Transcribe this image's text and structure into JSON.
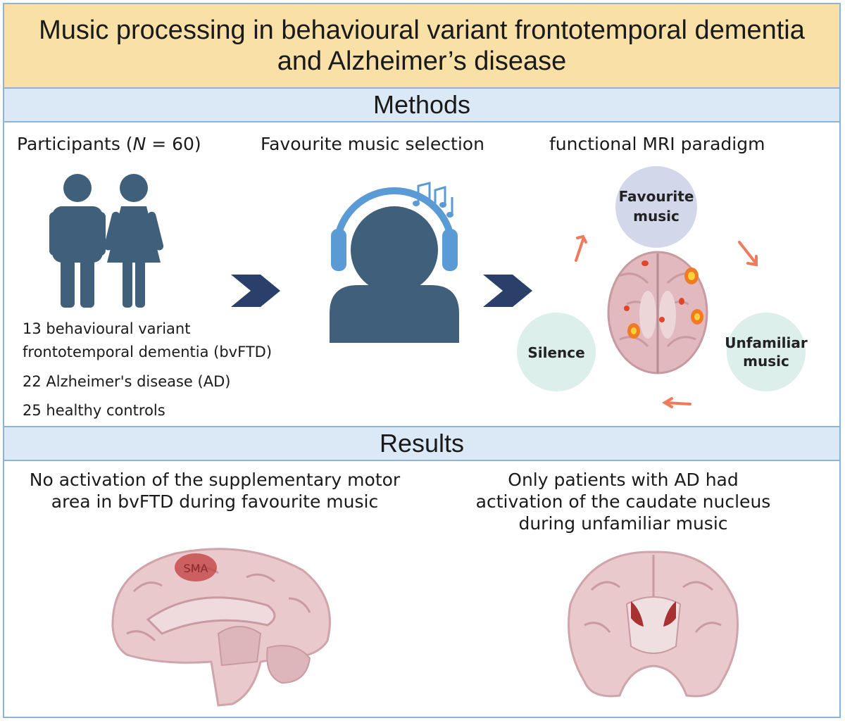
{
  "title": "Music processing in behavioural variant frontotemporal dementia and Alzheimer’s disease",
  "methods": {
    "heading": "Methods",
    "participants": {
      "heading_prefix": "Participants (",
      "heading_n": "N",
      "heading_suffix": " = 60)",
      "groups": [
        "13 behavioural variant",
        "frontotemporal dementia (bvFTD)",
        "22 Alzheimer's disease (AD)",
        "25 healthy controls"
      ]
    },
    "music_selection": {
      "heading": "Favourite music selection"
    },
    "fmri": {
      "heading": "functional MRI paradigm",
      "conditions": {
        "favourite_line1": "Favourite",
        "favourite_line2": "music",
        "silence": "Silence",
        "unfamiliar_line1": "Unfamiliar",
        "unfamiliar_line2": "music"
      }
    }
  },
  "results": {
    "heading": "Results",
    "left": {
      "text": "No activation of the supplementary motor area in bvFTD during favourite music",
      "region_label": "SMA"
    },
    "right": {
      "text": "Only patients with AD had activation of the caudate nucleus during unfamiliar music"
    }
  },
  "colors": {
    "title_band": "#f8e0a6",
    "section_band": "#dbe8f5",
    "border": "#8fb3d6",
    "figure": "#3f5f7a",
    "headphones": "#5b9bd5",
    "arrow": "#2b3f6b",
    "cycle_arrow": "#ee7b5c",
    "brain": "#e9c9cc",
    "activation": "#c23b3b"
  }
}
